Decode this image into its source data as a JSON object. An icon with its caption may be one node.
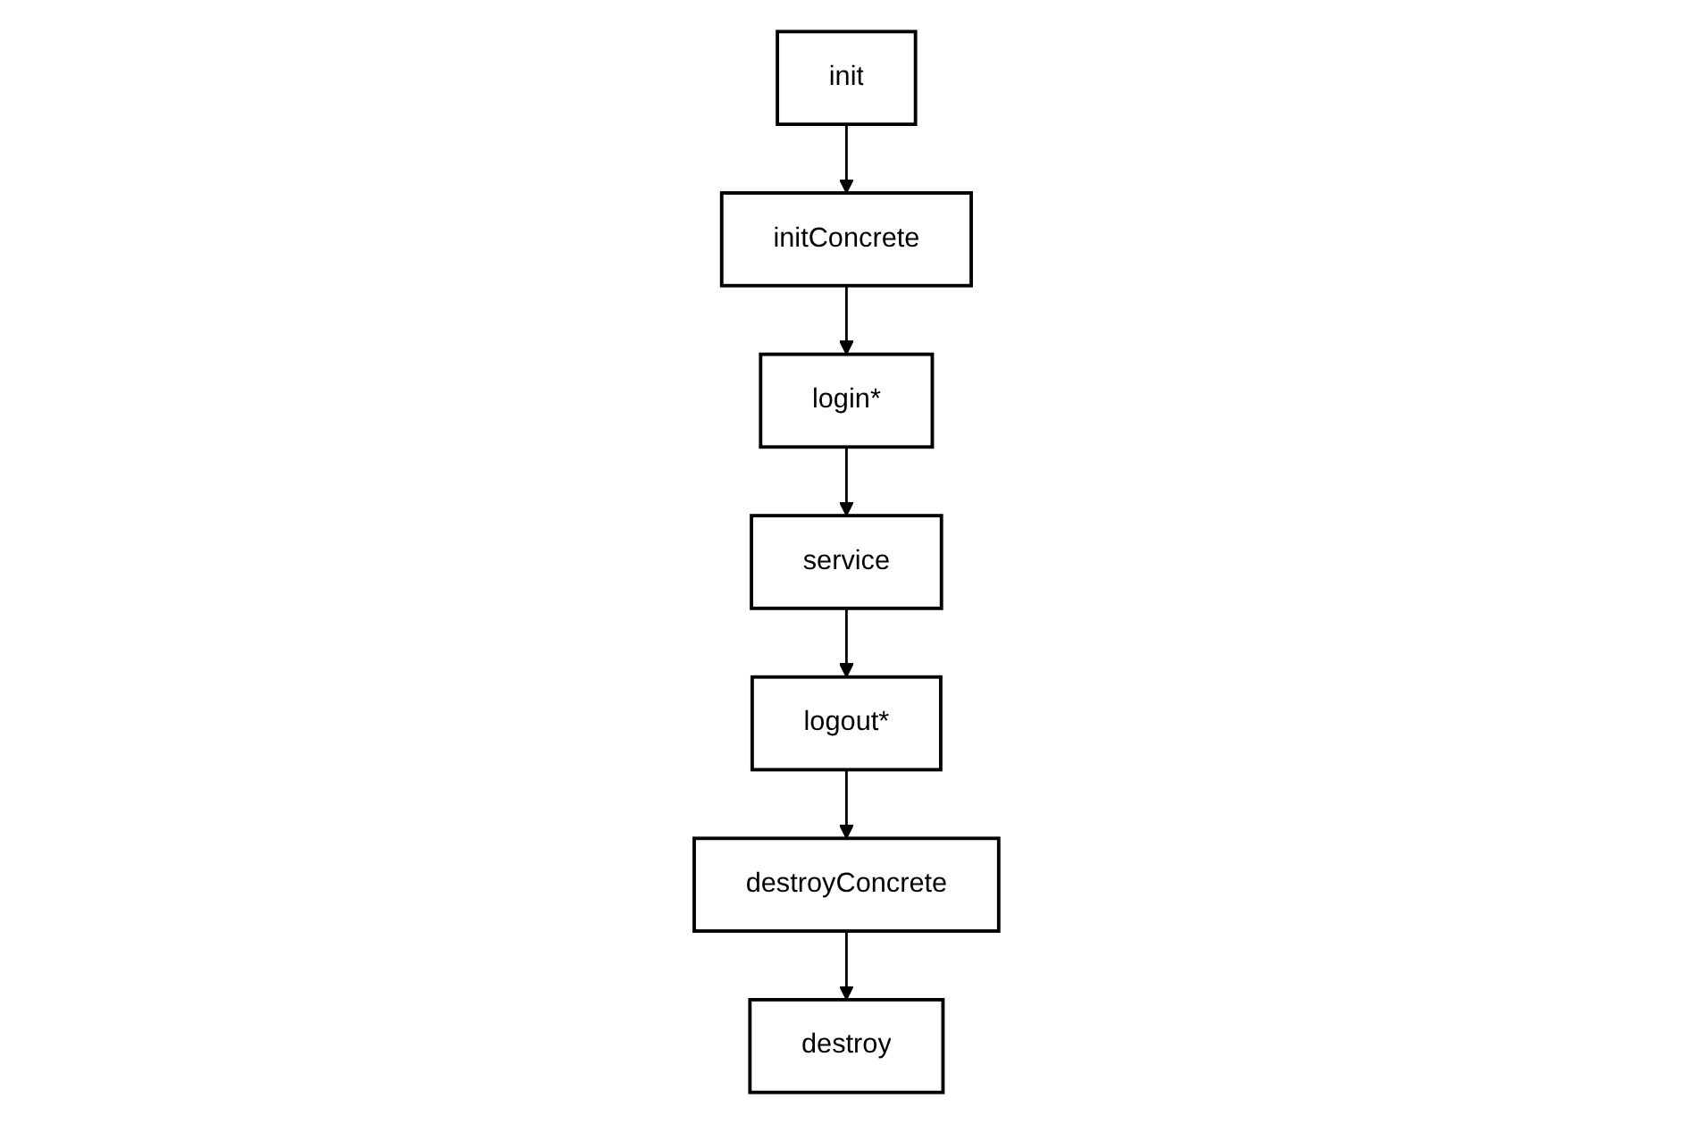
{
  "diagram": {
    "nodes": [
      {
        "text": [
          "init"
        ]
      },
      {
        "text": [
          "initConcrete"
        ]
      },
      {
        "text": [
          "login*"
        ]
      },
      {
        "text": [
          "service"
        ]
      },
      {
        "text": [
          "logout*"
        ]
      },
      {
        "text": [
          "destroyConcrete"
        ]
      },
      {
        "text": [
          "destroy"
        ]
      }
    ],
    "edges": [
      {
        "from": 0,
        "to": 1,
        "arrow": "to"
      },
      {
        "from": 1,
        "to": 2,
        "arrow": "to"
      },
      {
        "from": 2,
        "to": 3,
        "arrow": "to"
      },
      {
        "from": 3,
        "to": 4,
        "arrow": "to"
      },
      {
        "from": 4,
        "to": 5,
        "arrow": "to"
      },
      {
        "from": 5,
        "to": 6,
        "arrow": "to"
      }
    ]
  }
}
